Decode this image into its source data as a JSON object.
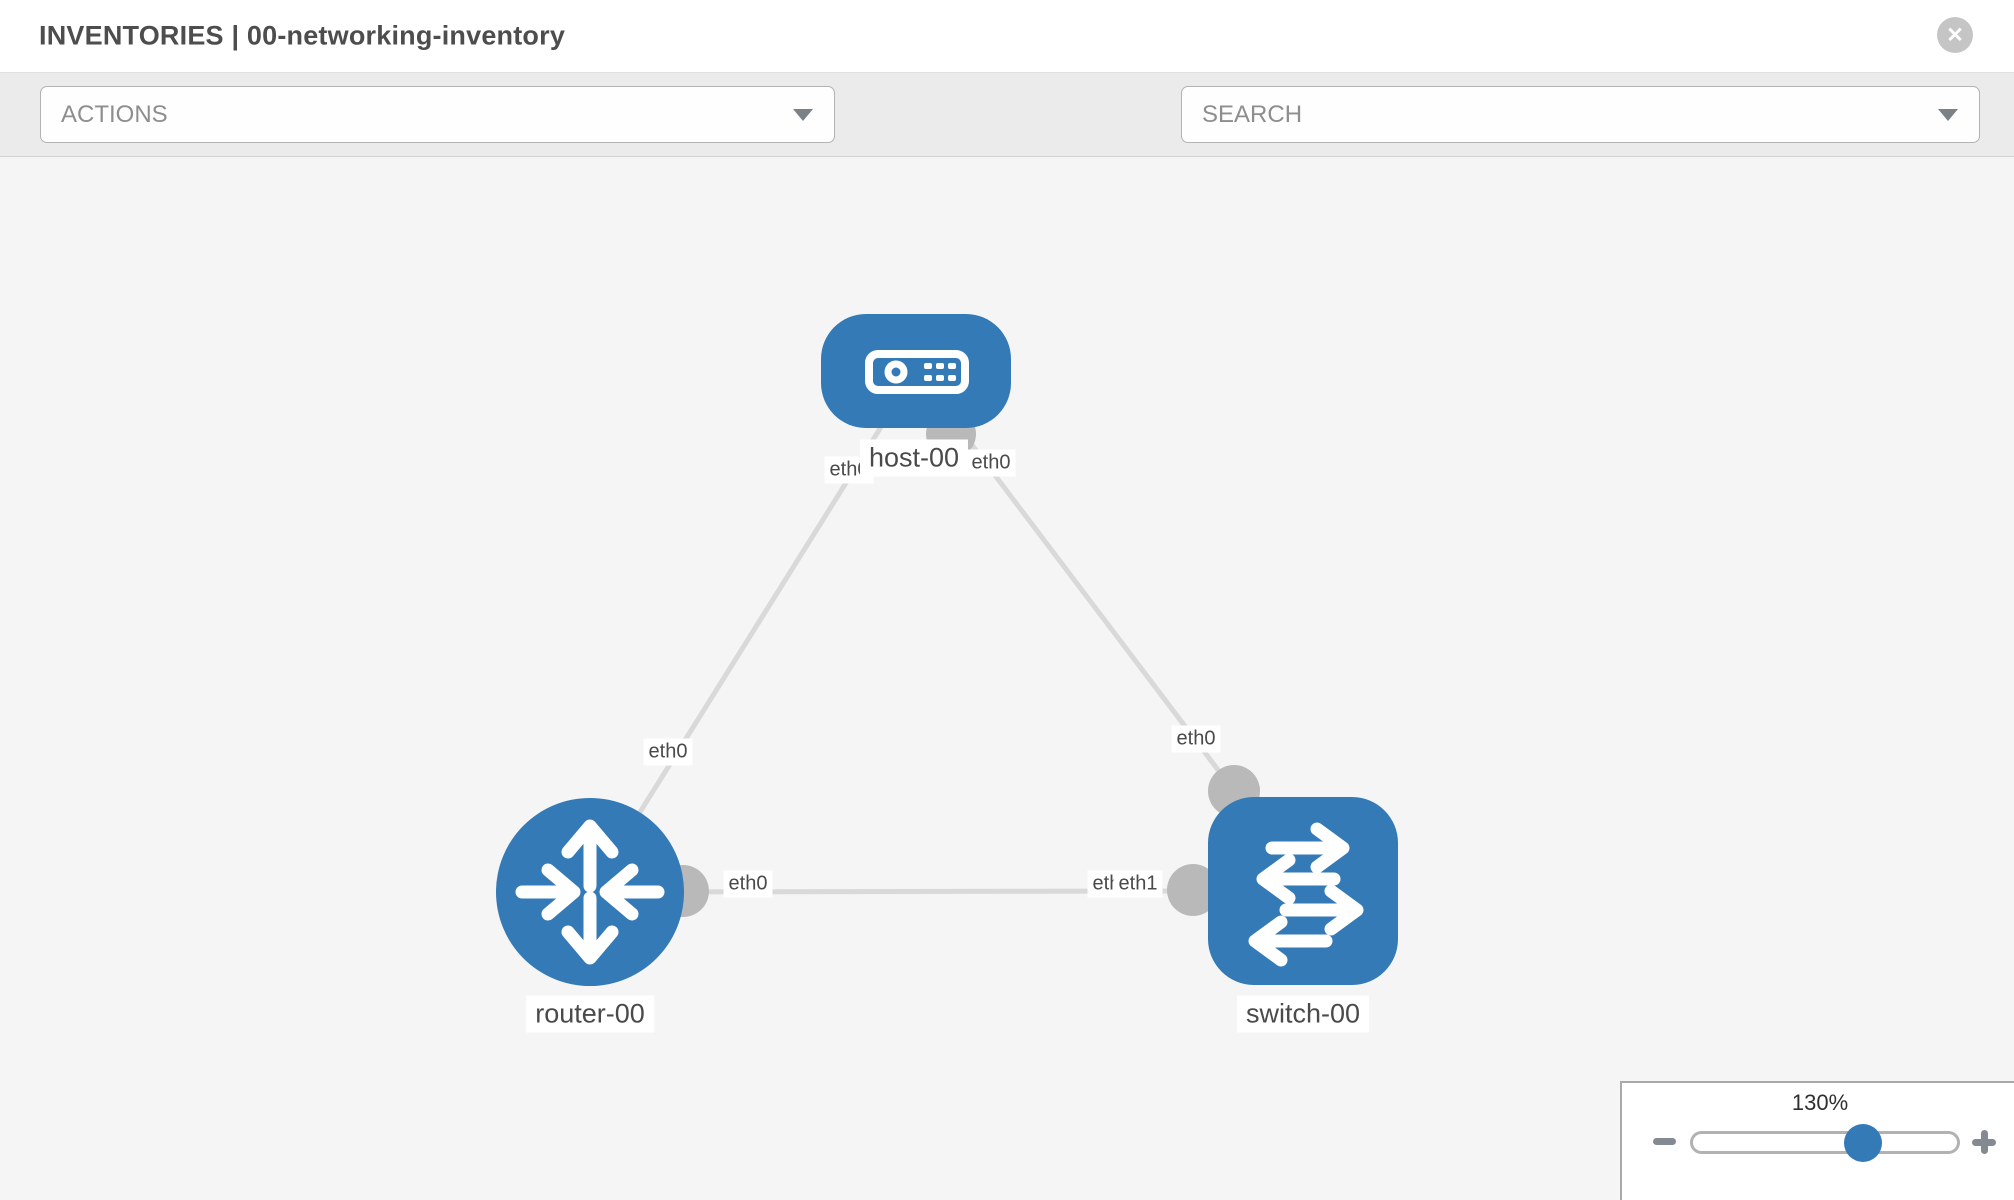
{
  "header": {
    "title": "INVENTORIES | 00-networking-inventory"
  },
  "icons": {
    "close": "✕"
  },
  "toolbar": {
    "actions_label": "ACTIONS",
    "search_placeholder": "SEARCH"
  },
  "graph": {
    "nodes": [
      {
        "label": "host-00",
        "type": "host"
      },
      {
        "label": "router-00",
        "type": "router"
      },
      {
        "label": "switch-00",
        "type": "switch"
      }
    ],
    "links": [
      {
        "from": "host-00",
        "from_interface": "eth0",
        "to": "router-00",
        "to_interface": "eth0"
      },
      {
        "from": "host-00",
        "from_interface": "eth0",
        "to": "switch-00",
        "to_interface": "eth0"
      },
      {
        "from": "router-00",
        "from_interface": "eth0",
        "to": "switch-00",
        "to_interface": "eth1"
      }
    ],
    "interface_labels": {
      "host_left": "eth0",
      "host_right": "eth0",
      "link_host_router": "eth0",
      "link_host_switch": "eth0",
      "router_right": "eth0",
      "switch_left_back": "eth0",
      "switch_left_front": "eth1"
    }
  },
  "zoom_panel": {
    "level": "130%"
  },
  "colors": {
    "node_blue": "#337ab7",
    "edge_gray": "#d9d9d9",
    "port_gray": "#b9b9b9",
    "canvas_bg": "#f5f5f5",
    "toolbar_bg": "#ebebeb"
  }
}
